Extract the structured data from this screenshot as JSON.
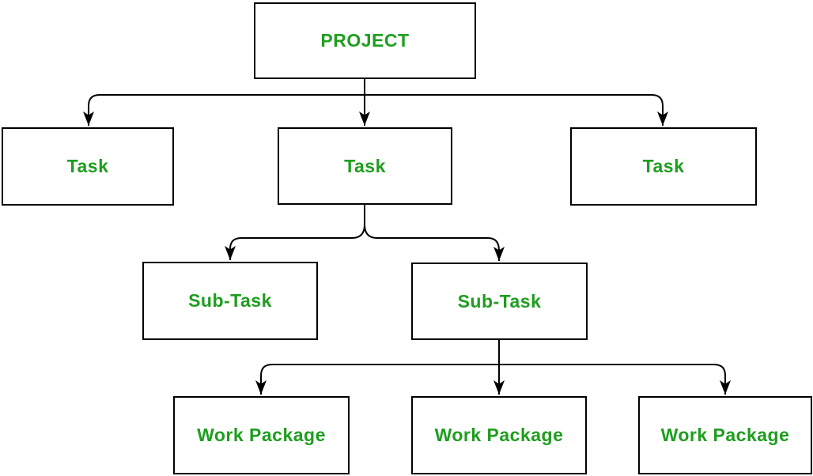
{
  "diagram": {
    "type": "tree",
    "colors": {
      "node_text": "#1e9e1e",
      "line": "#000000",
      "node_fill": "#ffffff",
      "background": "#ffffff"
    },
    "nodes": [
      {
        "id": "project",
        "label": "PROJECT",
        "level": 1
      },
      {
        "id": "task-1",
        "label": "Task",
        "level": 2
      },
      {
        "id": "task-2",
        "label": "Task",
        "level": 2
      },
      {
        "id": "task-3",
        "label": "Task",
        "level": 2
      },
      {
        "id": "subtask-1",
        "label": "Sub-Task",
        "level": 3
      },
      {
        "id": "subtask-2",
        "label": "Sub-Task",
        "level": 3
      },
      {
        "id": "workpackage-1",
        "label": "Work Package",
        "level": 4
      },
      {
        "id": "workpackage-2",
        "label": "Work Package",
        "level": 4
      },
      {
        "id": "workpackage-3",
        "label": "Work Package",
        "level": 4
      }
    ],
    "edges": [
      {
        "from": "project",
        "to": "task-1"
      },
      {
        "from": "project",
        "to": "task-2"
      },
      {
        "from": "project",
        "to": "task-3"
      },
      {
        "from": "task-2",
        "to": "subtask-1"
      },
      {
        "from": "task-2",
        "to": "subtask-2"
      },
      {
        "from": "subtask-2",
        "to": "workpackage-1"
      },
      {
        "from": "subtask-2",
        "to": "workpackage-2"
      },
      {
        "from": "subtask-2",
        "to": "workpackage-3"
      }
    ]
  }
}
